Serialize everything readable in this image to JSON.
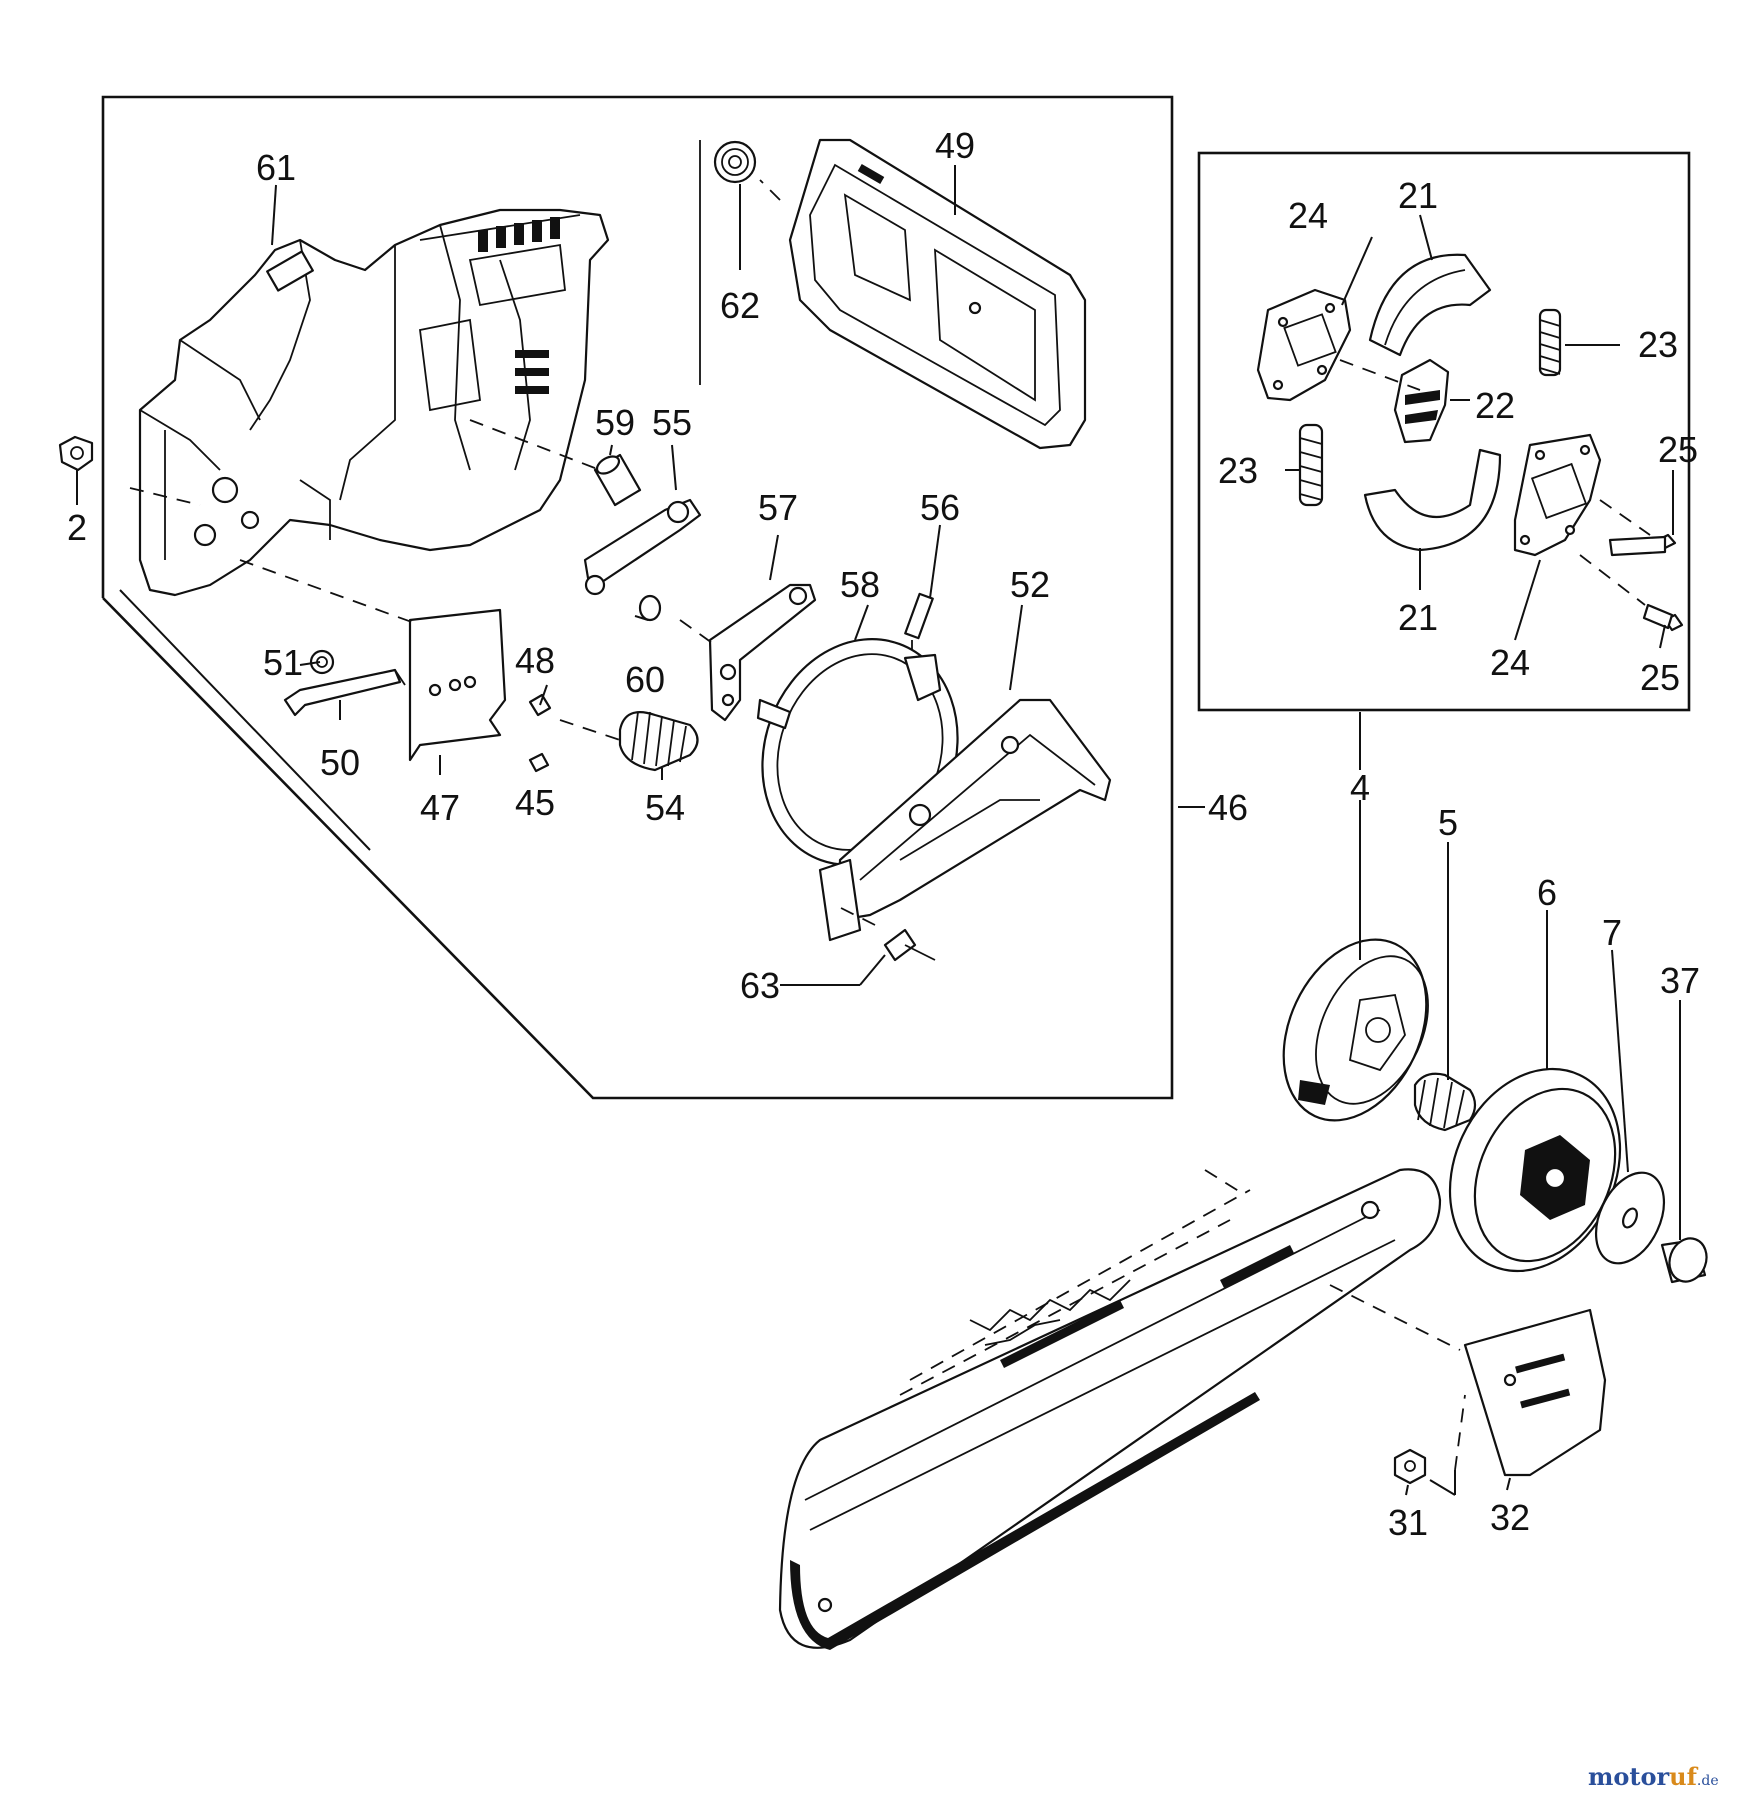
{
  "diagram": {
    "type": "exploded-parts-diagram",
    "labels": {
      "p2": "2",
      "p4": "4",
      "p5": "5",
      "p6": "6",
      "p7": "7",
      "p21a": "21",
      "p21b": "21",
      "p22": "22",
      "p23a": "23",
      "p23b": "23",
      "p24a": "24",
      "p24b": "24",
      "p25a": "25",
      "p25b": "25",
      "p31": "31",
      "p32": "32",
      "p37": "37",
      "p45": "45",
      "p46": "46",
      "p47": "47",
      "p48": "48",
      "p49": "49",
      "p50": "50",
      "p51": "51",
      "p52": "52",
      "p54": "54",
      "p55": "55",
      "p56": "56",
      "p57": "57",
      "p58": "58",
      "p59": "59",
      "p60": "60",
      "p61": "61",
      "p62": "62",
      "p63": "63"
    }
  },
  "watermark": {
    "brand_a": "motor",
    "brand_b": "uf",
    "tld": ".de",
    "accent_a": "#2a4f9b",
    "accent_b": "#d98a1b"
  }
}
